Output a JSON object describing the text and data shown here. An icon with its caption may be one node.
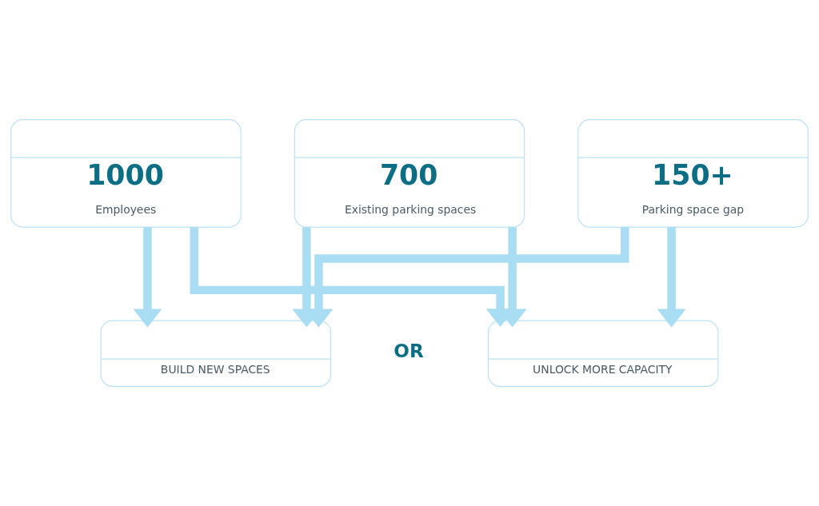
{
  "diagram": {
    "nodes": [
      {
        "text": [
          "1000",
          "Employees"
        ]
      },
      {
        "text": [
          "700",
          "Existing parking spaces"
        ]
      },
      {
        "text": [
          "150+",
          "Parking space gap"
        ]
      },
      {
        "text": [
          "BUILD NEW SPACES"
        ]
      },
      {
        "text": [
          "UNLOCK MORE CAPACITY"
        ]
      }
    ],
    "edges": [
      {
        "from": 0,
        "to": 3,
        "arrow": "to"
      },
      {
        "from": 0,
        "to": 4,
        "arrow": "to"
      },
      {
        "from": 1,
        "to": 3,
        "arrow": "to"
      },
      {
        "from": 1,
        "to": 4,
        "arrow": "to"
      },
      {
        "from": 2,
        "to": 3,
        "arrow": "to"
      },
      {
        "from": 2,
        "to": 4,
        "arrow": "to"
      }
    ],
    "labels": [
      "OR"
    ]
  }
}
